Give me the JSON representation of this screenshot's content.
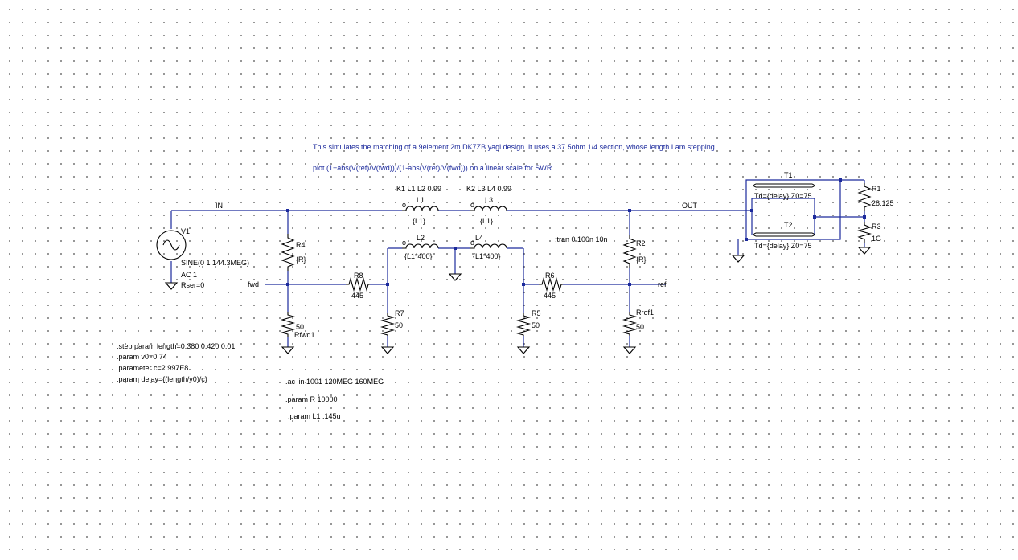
{
  "colors": {
    "wire": "#1c2a9c",
    "component": "#000000",
    "comment": "#1c2a9c"
  },
  "comments": {
    "line1": "This simulates the matching of a 9element 2m DK7ZB yagi design. it uses a 37.5ohm 1/4 section, whose length I am stepping.",
    "line2": "plot (1+abs(V(ref)/V(fwd)))/(1-abs(V(ref)/V(fwd))) on a linear scale for SWR"
  },
  "nets": {
    "in": "IN",
    "out": "OUT",
    "fwd": "fwd",
    "ref": "ref"
  },
  "couplings": {
    "k1": "K1 L1 L2  0.99",
    "k2": "K2 L3 L4  0.99"
  },
  "components": {
    "v1": {
      "name": "V1",
      "value": "SINE(0 1 144.3MEG)",
      "ac": "AC 1",
      "rser": "Rser=0"
    },
    "r4": {
      "name": "R4",
      "value": "{R}"
    },
    "rfwd1": {
      "name": "Rfwd1",
      "value": "50"
    },
    "r8": {
      "name": "R8",
      "value": "445"
    },
    "r7": {
      "name": "R7",
      "value": "50"
    },
    "l1": {
      "name": "L1",
      "value": "{L1}"
    },
    "l2": {
      "name": "L2",
      "value": "{L1*400}"
    },
    "l3": {
      "name": "L3",
      "value": "{L1}"
    },
    "l4": {
      "name": "L4",
      "value": "{L1*400}"
    },
    "r6": {
      "name": "R6",
      "value": "445"
    },
    "r5": {
      "name": "R5",
      "value": "50"
    },
    "r2": {
      "name": "R2",
      "value": "{R}"
    },
    "rref1": {
      "name": "Rref1",
      "value": "50"
    },
    "t1": {
      "name": "T1",
      "value": "Td={delay} Z0=75"
    },
    "t2": {
      "name": "T2",
      "value": "Td={delay} Z0=75"
    },
    "r1": {
      "name": "R1",
      "value": "28.125"
    },
    "r3": {
      "name": "R3",
      "value": "1G"
    }
  },
  "directives": {
    "tran": ";tran 0 100n 10n",
    "step": ".step param length=0.380 0.420 0.01",
    "v0": ".param v0=0.74",
    "c": ".parameter c=2.997E8",
    "delay": ".param delay={(length/v0)/c}",
    "ac": ".ac lin 1001 120MEG 160MEG",
    "r": ".param R  10000",
    "l1": ".param L1  .145u"
  }
}
